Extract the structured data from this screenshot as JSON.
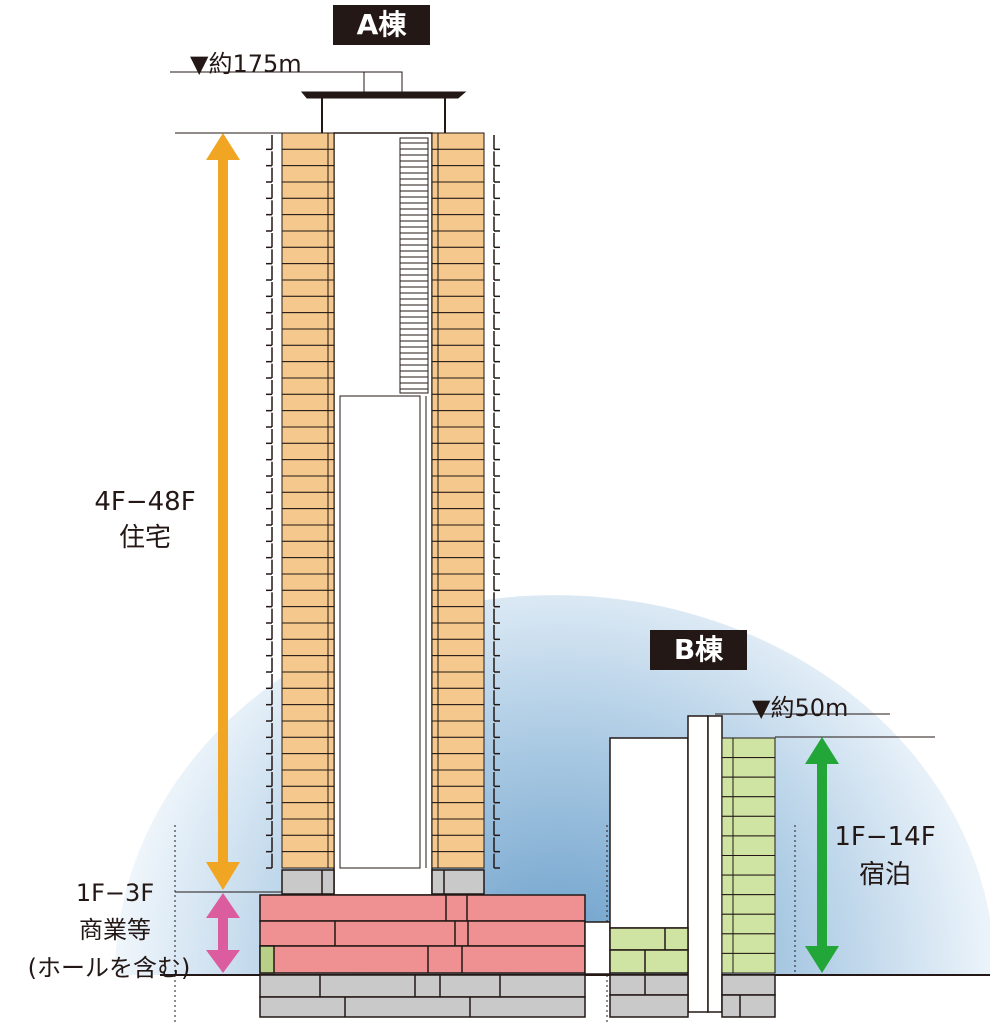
{
  "tower_a": {
    "label": "A棟",
    "height_label": "▼約175m",
    "floors": 48,
    "upper_use": {
      "floors": "4F−48F",
      "use": "住宅"
    },
    "lower_use": {
      "floors": "1F−3F",
      "use": "商業等",
      "note": "(ホールを含む)"
    }
  },
  "tower_b": {
    "label": "B棟",
    "height_label": "▼約50m",
    "floors": 14,
    "use": {
      "floors": "1F−14F",
      "use": "宿泊"
    }
  },
  "colors": {
    "residential": "#f5c98e",
    "commercial": "#ef9193",
    "hotel": "#cfe3a3",
    "base": "#c9c9c9",
    "outline": "#231815",
    "arrow_residential": "#f0a623",
    "arrow_commercial": "#db5d9f",
    "arrow_hotel": "#22a638",
    "sky": "#7aaed3"
  }
}
